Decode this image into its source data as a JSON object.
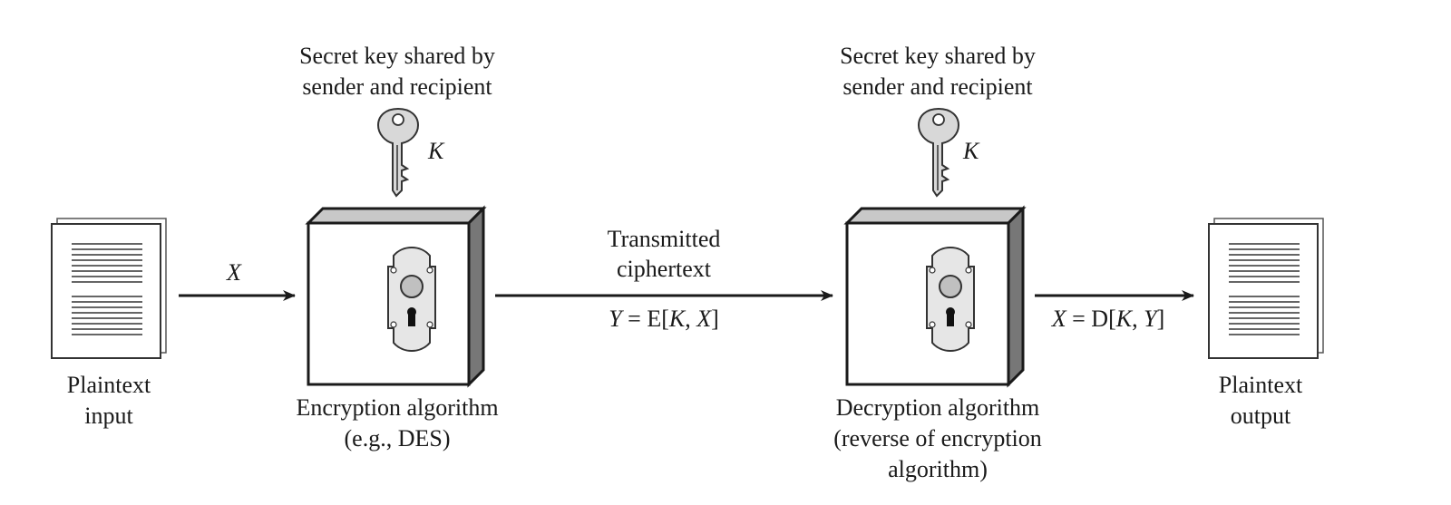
{
  "plaintext_input": {
    "line1": "Plaintext",
    "line2": "input"
  },
  "plaintext_output": {
    "line1": "Plaintext",
    "line2": "output"
  },
  "key_label_left": {
    "line1": "Secret key shared by",
    "line2": "sender and recipient",
    "key": "K"
  },
  "key_label_right": {
    "line1": "Secret key shared by",
    "line2": "sender and recipient",
    "key": "K"
  },
  "input_arrow_label": "X",
  "transmitted": {
    "line1": "Transmitted",
    "line2": "ciphertext"
  },
  "formula_encrypt": {
    "var": "Y",
    "eq": " = E[",
    "k": "K",
    "sep": ", ",
    "x": "X",
    "close": "]"
  },
  "formula_decrypt": {
    "var": "X",
    "eq": " = D[",
    "k": "K",
    "sep": ", ",
    "y": "Y",
    "close": "]"
  },
  "encryption_box": {
    "line1": "Encryption algorithm",
    "line2": "(e.g., DES)"
  },
  "decryption_box": {
    "line1": "Decryption algorithm",
    "line2": "(reverse of encryption",
    "line3": "algorithm)"
  },
  "icons": [
    "document-icon",
    "key-icon",
    "lock-icon",
    "arrow-icon"
  ]
}
